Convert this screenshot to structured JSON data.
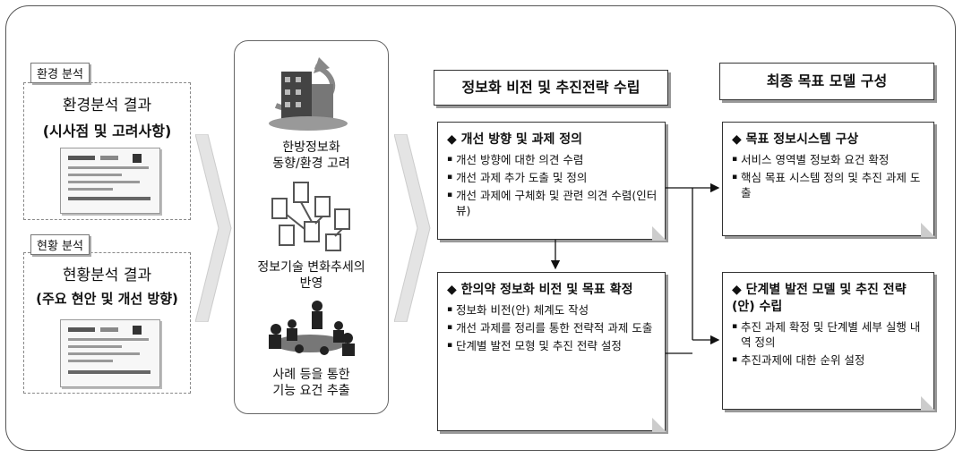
{
  "left": {
    "env": {
      "tab": "환경 분석",
      "title": "환경분석 결과",
      "subtitle": "(시사점 및 고려사항)"
    },
    "status": {
      "tab": "현황 분석",
      "title": "현황분석 결과",
      "subtitle": "(주요 현안 및 개선 방향)"
    }
  },
  "middle": {
    "item1": "한방정보화\n동향/환경 고려",
    "item2": "정보기술 변화추세의\n반영",
    "item3": "사례 등을 통한\n기능 요건 추출",
    "icons": [
      "building-icon",
      "network-computers-icon",
      "meeting-people-icon"
    ]
  },
  "col3": {
    "header": "정보화 비전 및 추진전략 수립",
    "box1": {
      "title": "◆ 개선 방향 및 과제 정의",
      "items": [
        "개선 방향에 대한 의견 수렴",
        "개선 과제 추가 도출 및 정의",
        "개선 과제에 구체화 및 관련 의견 수렴(인터뷰)"
      ]
    },
    "box2": {
      "title": "◆ 한의약 정보화 비전 및 목표 확정",
      "items": [
        "정보화 비전(안) 체계도 작성",
        "개선 과제를 정리를 통한 전략적 과제 도출",
        "단계별 발전 모형 및 추진 전략 설정"
      ]
    }
  },
  "col4": {
    "header": "최종 목표 모델 구성",
    "box1": {
      "title": "◆ 목표 정보시스템 구상",
      "items": [
        "서비스 영역별 정보화 요건 확정",
        "핵심 목표 시스템 정의 및 추진 과제 도출"
      ]
    },
    "box2": {
      "title": "◆ 단계별 발전 모델 및 추진 전략(안) 수립",
      "items": [
        "추진 과제 확정 및 단계별 세부 실행 내역 정의",
        "추진과제에 대한 순위 설정"
      ]
    }
  }
}
